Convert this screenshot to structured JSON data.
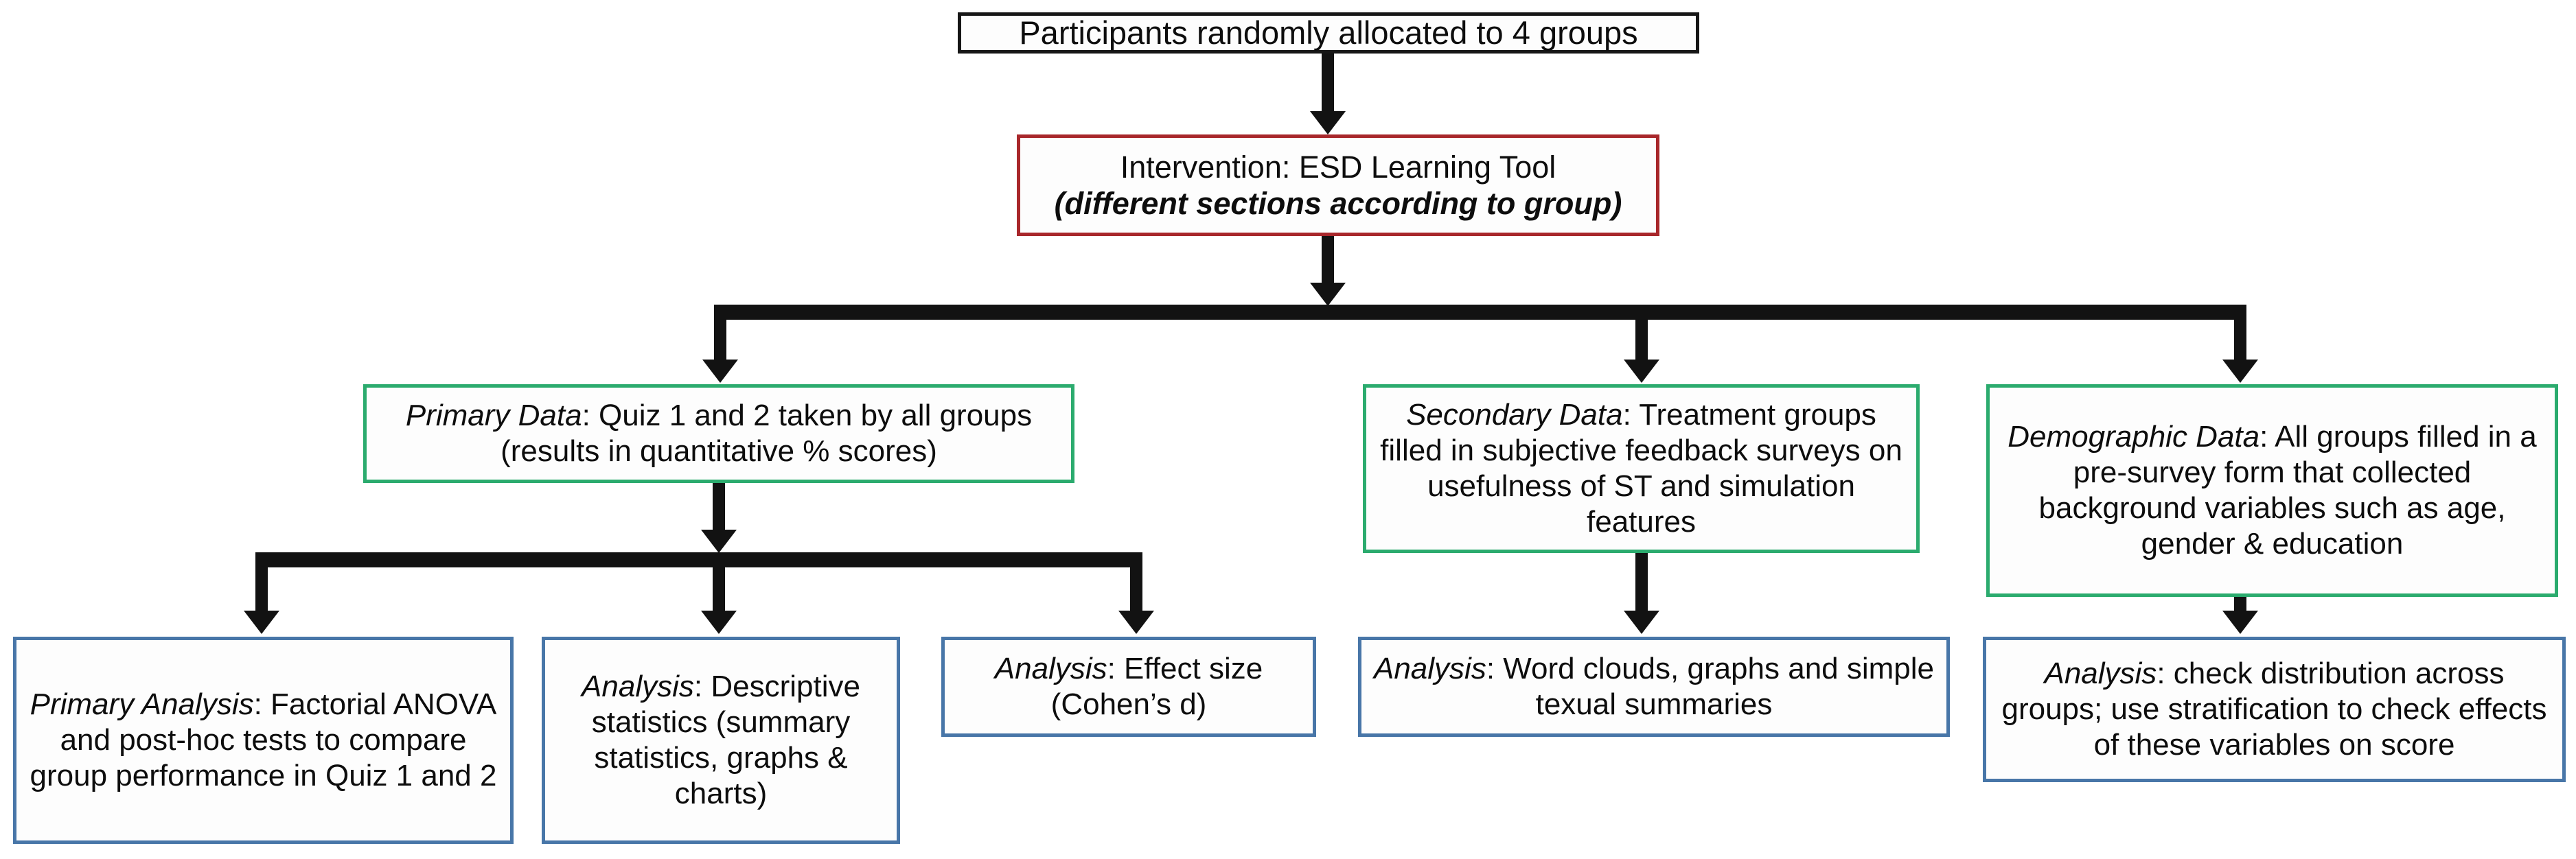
{
  "diagram": {
    "title": "Study design and analysis flowchart",
    "colors": {
      "black": "#161616",
      "red": "#a8272b",
      "green": "#2bab6e",
      "blue": "#4876a8",
      "connector": "#121212",
      "background": "#ffffff"
    },
    "nodes": {
      "participants": {
        "text": "Participants randomly allocated to 4 groups",
        "border_color": "#161616",
        "level": "root"
      },
      "intervention": {
        "line1": "Intervention: ESD Learning Tool",
        "line2": "(different sections according to group)",
        "border_color": "#a8272b",
        "level": "intervention"
      },
      "primary_data": {
        "label": "Primary Data",
        "rest": ": Quiz 1 and 2 taken by all groups (results in quantitative % scores)",
        "border_color": "#2bab6e",
        "level": "data"
      },
      "secondary_data": {
        "label": "Secondary Data",
        "rest": ": Treatment groups filled in subjective feedback surveys on usefulness of ST and simulation features",
        "border_color": "#2bab6e",
        "level": "data"
      },
      "demographic_data": {
        "label": "Demographic Data",
        "rest": ": All groups filled in a pre-survey form that collected background variables such as age, gender & education",
        "border_color": "#2bab6e",
        "level": "data"
      },
      "primary_analysis": {
        "label": "Primary Analysis",
        "rest": ": Factorial ANOVA and post-hoc tests to compare group performance in Quiz 1 and 2",
        "border_color": "#4876a8",
        "level": "analysis"
      },
      "descriptive_analysis": {
        "label": "Analysis",
        "rest": ": Descriptive statistics (summary statistics, graphs & charts)",
        "border_color": "#4876a8",
        "level": "analysis"
      },
      "effect_size_analysis": {
        "label": "Analysis",
        "rest": ": Effect size (Cohen’s d)",
        "border_color": "#4876a8",
        "level": "analysis"
      },
      "qualitative_analysis": {
        "label": "Analysis",
        "rest": ": Word clouds, graphs and simple texual summaries",
        "border_color": "#4876a8",
        "level": "analysis"
      },
      "demographic_analysis": {
        "label": "Analysis",
        "rest": ": check distribution across groups; use stratification to check effects of these variables on score",
        "border_color": "#4876a8",
        "level": "analysis"
      }
    },
    "connectors": [
      {
        "name": "participants-to-intervention",
        "type": "arrow-down"
      },
      {
        "name": "intervention-to-data-bus",
        "type": "arrow-down-to-bus"
      },
      {
        "name": "bus-to-primary-data",
        "type": "arrow-down"
      },
      {
        "name": "bus-to-secondary-data",
        "type": "arrow-down"
      },
      {
        "name": "bus-to-demographic-data",
        "type": "arrow-down"
      },
      {
        "name": "primary-data-to-analysis-bus",
        "type": "arrow-down-to-bus"
      },
      {
        "name": "bus-to-primary-analysis",
        "type": "arrow-down"
      },
      {
        "name": "bus-to-descriptive-analysis",
        "type": "arrow-down"
      },
      {
        "name": "bus-to-effect-size-analysis",
        "type": "arrow-down"
      },
      {
        "name": "secondary-data-to-qualitative-analysis",
        "type": "arrow-down"
      },
      {
        "name": "demographic-data-to-demographic-analysis",
        "type": "arrow-down"
      }
    ]
  }
}
